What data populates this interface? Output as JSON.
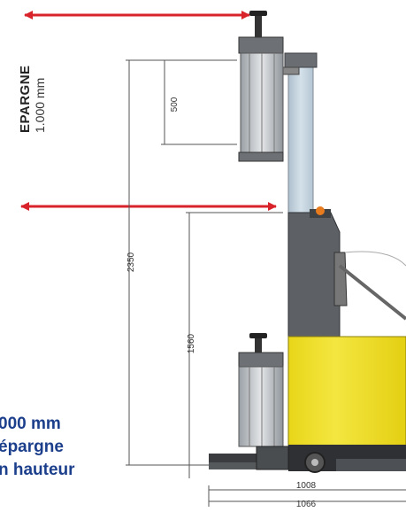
{
  "header": {
    "title": "EPARGNE",
    "value": "1.000 mm"
  },
  "dimensions": {
    "box": "500",
    "total_height": "2350",
    "lower_height": "1560",
    "base_a": "1008",
    "base_b": "1066"
  },
  "claim": {
    "line1": "000 mm",
    "line2": "épargne",
    "line3": "n hauteur"
  },
  "colors": {
    "arrow": "#d9232a",
    "claim": "#1c3f8c",
    "body_yellow": "#f2e21d",
    "mast": "#c6d6e2"
  }
}
